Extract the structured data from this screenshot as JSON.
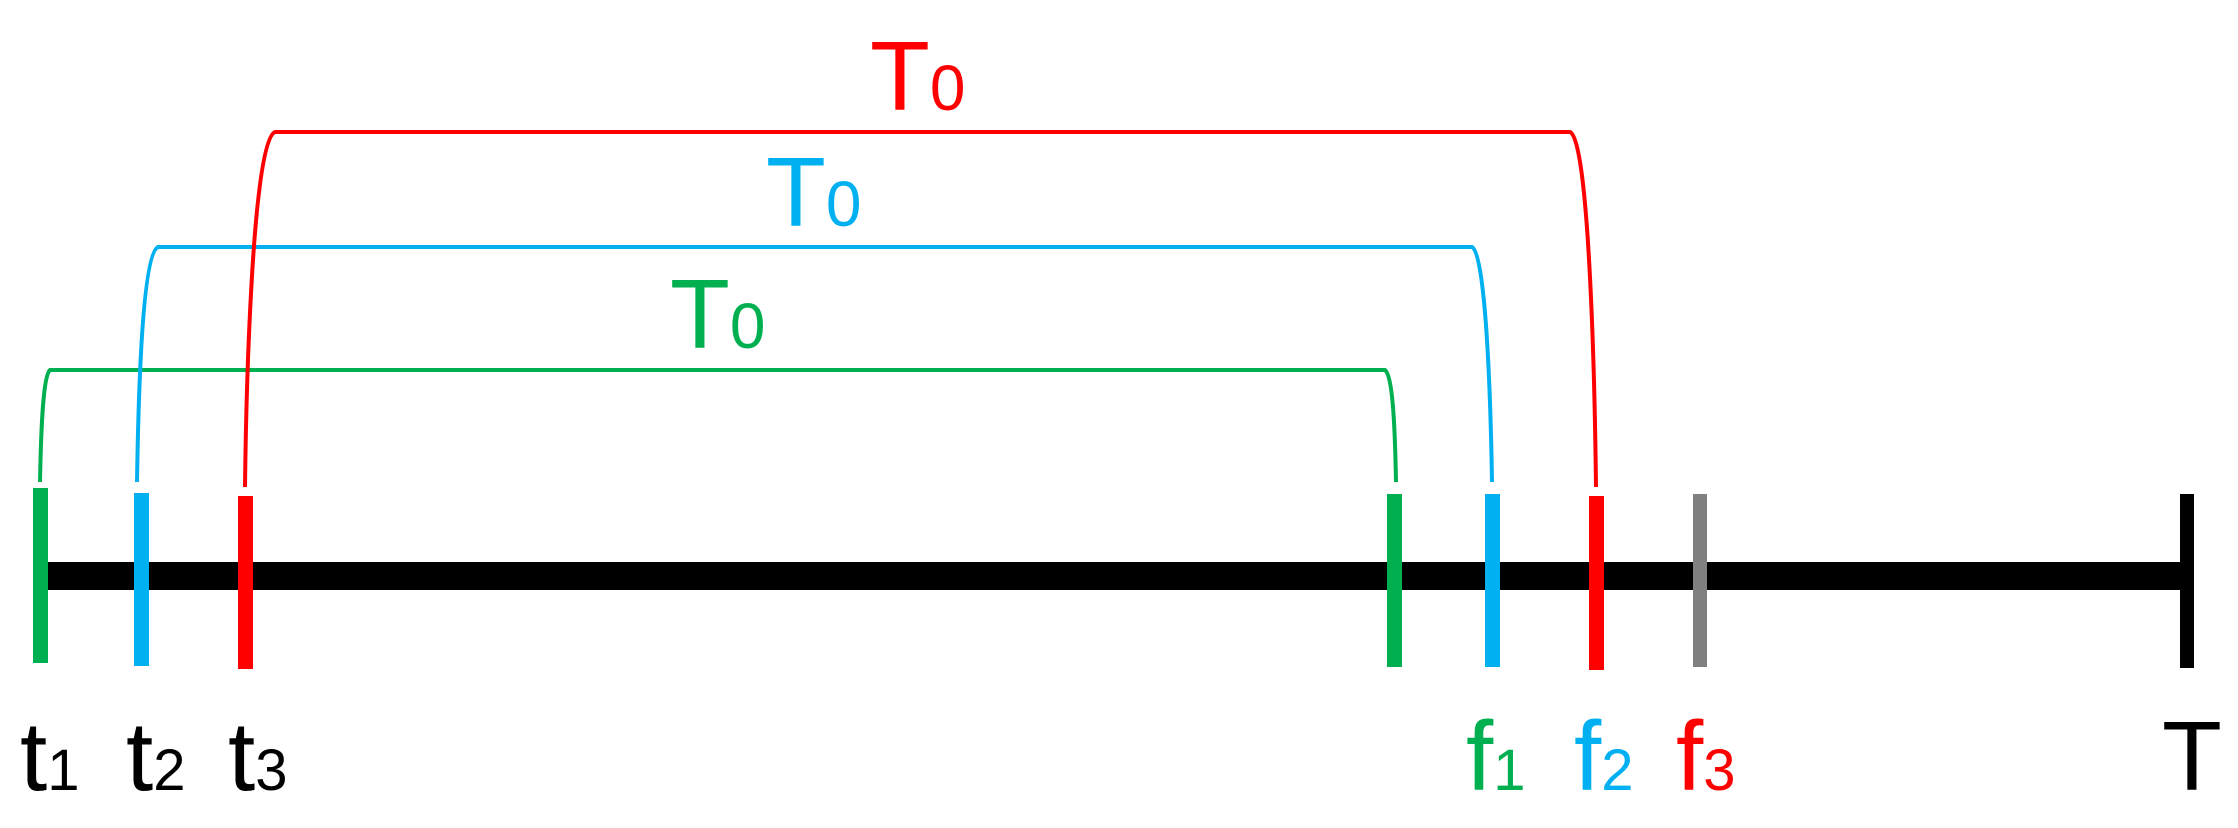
{
  "colors": {
    "green": "#00B050",
    "blue": "#00B0F0",
    "red": "#FF0000",
    "gray": "#808080",
    "black": "#000000"
  },
  "period": {
    "main": "T",
    "sub": "0"
  },
  "intervals": [
    {
      "color": "green"
    },
    {
      "color": "blue"
    },
    {
      "color": "red"
    }
  ],
  "start_labels": [
    {
      "main": "t",
      "sub": "1",
      "color": "black"
    },
    {
      "main": "t",
      "sub": "2",
      "color": "black"
    },
    {
      "main": "t",
      "sub": "3",
      "color": "black"
    }
  ],
  "end_labels": [
    {
      "main": "f",
      "sub": "1",
      "color": "green"
    },
    {
      "main": "f",
      "sub": "2",
      "color": "blue"
    },
    {
      "main": "f",
      "sub": "3",
      "color": "red"
    }
  ],
  "final_label": {
    "main": "T",
    "color": "black"
  }
}
